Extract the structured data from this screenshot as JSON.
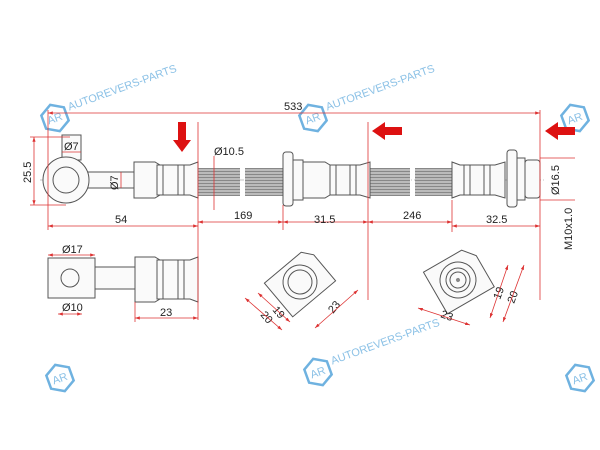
{
  "watermark": {
    "brand": "AUTOREVERS-PARTS",
    "logo": "AR",
    "color": "#6fb2e0"
  },
  "dimensions": {
    "overall_length": "533",
    "banjo_height": "25.5",
    "banjo_tab": "Ø7",
    "bolt_dia": "Ø7",
    "hose_dia": "Ø10.5",
    "left_fitting_length": "54",
    "hose_seg1": "169",
    "middle_fitting": "31.5",
    "hose_seg2": "246",
    "right_fitting": "32.5",
    "nut_dia": "Ø16.5",
    "thread": "M10x1.0",
    "side_block_width": "Ø17",
    "side_hole": "Ø10",
    "side_fitting_len": "23",
    "mid_section": {
      "a": "19",
      "b": "20",
      "c": "23"
    },
    "right_section": {
      "a": "23",
      "b": "19",
      "c": "20"
    }
  },
  "colors": {
    "dimension_line": "#dd3333",
    "arrow": "#dd1111"
  }
}
